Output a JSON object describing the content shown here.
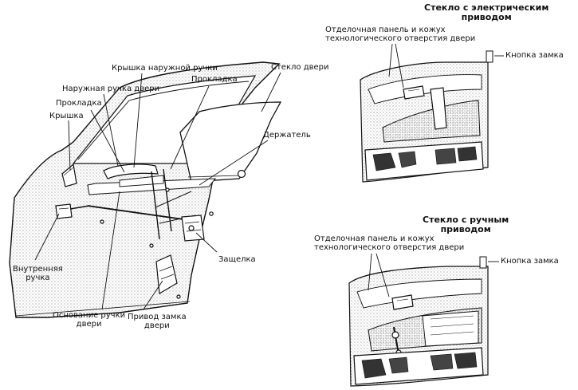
{
  "left_diagram": {
    "labels": {
      "outer_handle_cover": "Крышка наружной ручки",
      "outer_door_handle": "Наружная ручка двери",
      "gasket_right": "Прокладка",
      "gasket_left": "Прокладка",
      "cover": "Крышка",
      "door_glass": "Стекло двери",
      "holder": "Держатель",
      "inner_handle": "Внутренняя\nручка",
      "latch": "Защелка",
      "handle_base": "Основание ручки\nдвери",
      "lock_drive": "Привод замка\nдвери"
    }
  },
  "top_right_panel": {
    "heading": "Стекло с электрическим\nприводом",
    "trim_label": "Отделочная панель и кожух\nтехнологического отверстия двери",
    "lock_button_label": "Кнопка замка"
  },
  "bottom_right_panel": {
    "heading": "Стекло с ручным\nприводом",
    "trim_label": "Отделочная панель и кожух\nтехнологического отверстия двери",
    "lock_button_label": "Кнопка замка"
  }
}
